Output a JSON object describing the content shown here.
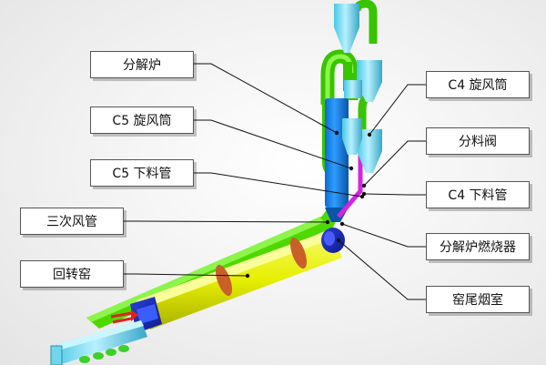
{
  "labels": {
    "calciner": "分解炉",
    "c5_cyclone": "C5 旋风筒",
    "c5_downpipe": "C5 下料管",
    "tertiary_air_duct": "三次风管",
    "rotary_kiln": "回转窑",
    "c4_cyclone": "C4 旋风筒",
    "splitter_valve": "分料阀",
    "c4_downpipe": "C4 下料管",
    "calciner_burner": "分解炉燃烧器",
    "kiln_inlet_chamber": "窑尾烟室"
  }
}
